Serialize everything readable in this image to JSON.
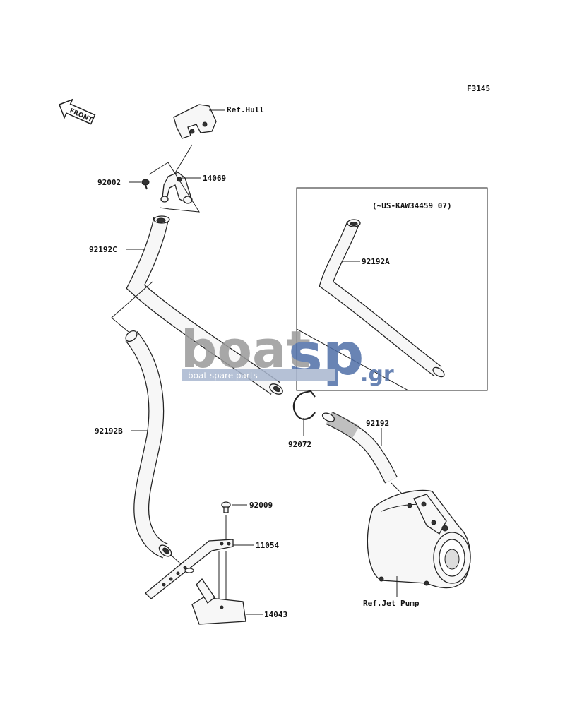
{
  "figure_code": "F3145",
  "front_label": "FRONT",
  "variant_note": "(~US-KAW34459  07)",
  "parts": [
    {
      "id": "ref-hull",
      "text": "Ref.Hull"
    },
    {
      "id": "p14069",
      "text": "14069"
    },
    {
      "id": "p92002",
      "text": "92002"
    },
    {
      "id": "p92192c",
      "text": "92192C"
    },
    {
      "id": "p92192a",
      "text": "92192A"
    },
    {
      "id": "p92192b",
      "text": "92192B"
    },
    {
      "id": "p92072",
      "text": "92072"
    },
    {
      "id": "p92192",
      "text": "92192"
    },
    {
      "id": "p92009",
      "text": "92009"
    },
    {
      "id": "p11054",
      "text": "11054"
    },
    {
      "id": "p14043",
      "text": "14043"
    },
    {
      "id": "ref-jet-pump",
      "text": "Ref.Jet Pump"
    }
  ],
  "watermark": {
    "brand_left": "boat",
    "brand_right": "sp",
    "tld": ".gr",
    "tagline": "boat spare parts",
    "color_grey": "#9a9a9a",
    "color_blue": "#4f6fa8"
  }
}
